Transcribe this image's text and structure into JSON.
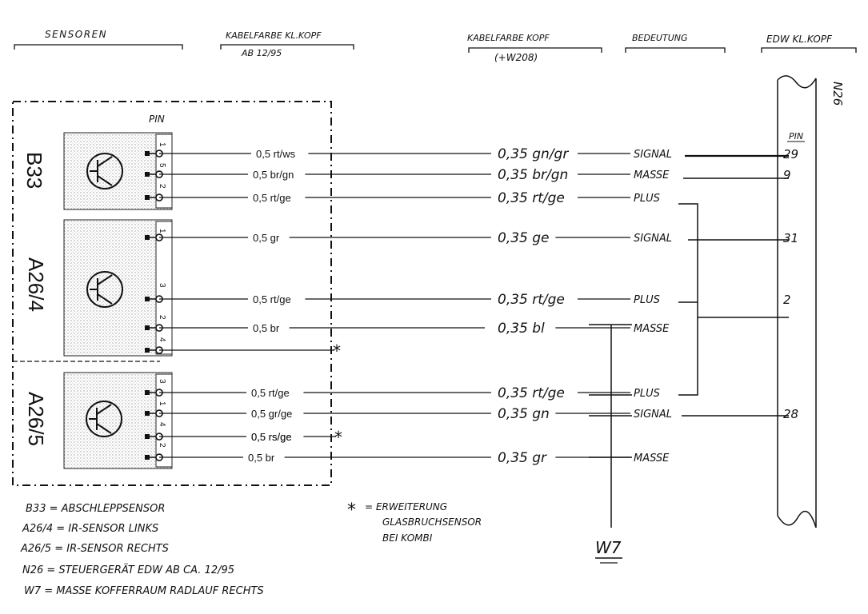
{
  "headers": {
    "sensors": "SENSOREN",
    "cable_kl_title": "KABELFARBE KL.KOPF",
    "cable_kl_sub": "AB 12/95",
    "cable_kopf_title": "KABELFARBE KOPF",
    "cable_kopf_sub": "(+W208)",
    "meaning": "BEDEUTUNG",
    "edw": "EDW KL.KOPF"
  },
  "connector": {
    "name": "N26",
    "pin_label": "PIN"
  },
  "sensor_pin_label": "PIN",
  "sensors": [
    {
      "id": "B33",
      "pins": [
        "1",
        "5",
        "2"
      ]
    },
    {
      "id": "A26/4",
      "pins": [
        "1",
        "3",
        "2",
        "4"
      ]
    },
    {
      "id": "A26/5",
      "pins": [
        "3",
        "1",
        "4",
        "2"
      ]
    }
  ],
  "wires": [
    {
      "kl": "0,5 rt/ws",
      "kopf": "0,35 gn/gr",
      "meaning": "SIGNAL",
      "pin": "29"
    },
    {
      "kl": "0,5 br/gn",
      "kopf": "0,35 br/gn",
      "meaning": "MASSE",
      "pin": "9"
    },
    {
      "kl": "0,5 rt/ge",
      "kopf": "0,35 rt/ge",
      "meaning": "PLUS",
      "pin": ""
    },
    {
      "kl": "0,5 gr",
      "kopf": "0,35 ge",
      "meaning": "SIGNAL",
      "pin": "31"
    },
    {
      "kl": "0,5 rt/ge",
      "kopf": "0,35 rt/ge",
      "meaning": "PLUS",
      "pin": "2"
    },
    {
      "kl": "0,5 br",
      "kopf": "0,35 bl",
      "meaning": "MASSE",
      "pin": ""
    },
    {
      "kl": "",
      "kopf": "",
      "meaning": "",
      "pin": ""
    },
    {
      "kl": "0,5 rt/ge",
      "kopf": "0,35 rt/ge",
      "meaning": "PLUS",
      "pin": ""
    },
    {
      "kl": "0,5 gr/ge",
      "kopf": "0,35 gn",
      "meaning": "SIGNAL",
      "pin": "28"
    },
    {
      "kl": "0,5 rs/ge",
      "kopf": "",
      "meaning": "",
      "pin": ""
    },
    {
      "kl": "0,5 br",
      "kopf": "0,35 gr",
      "meaning": "MASSE",
      "pin": ""
    }
  ],
  "ground": "W7",
  "legend": [
    "B33 = ABSCHLEPPSENSOR",
    "A26/4 = IR-SENSOR LINKS",
    "A26/5 = IR-SENSOR RECHTS",
    "N26 = STEUERGERÄT EDW AB CA. 12/95",
    "W7 = MASSE KOFFERRAUM RADLAUF RECHTS"
  ],
  "note": {
    "symbol": "*",
    "lines": [
      "= ERWEITERUNG",
      "GLASBRUCHSENSOR",
      "BEI KOMBI"
    ]
  }
}
